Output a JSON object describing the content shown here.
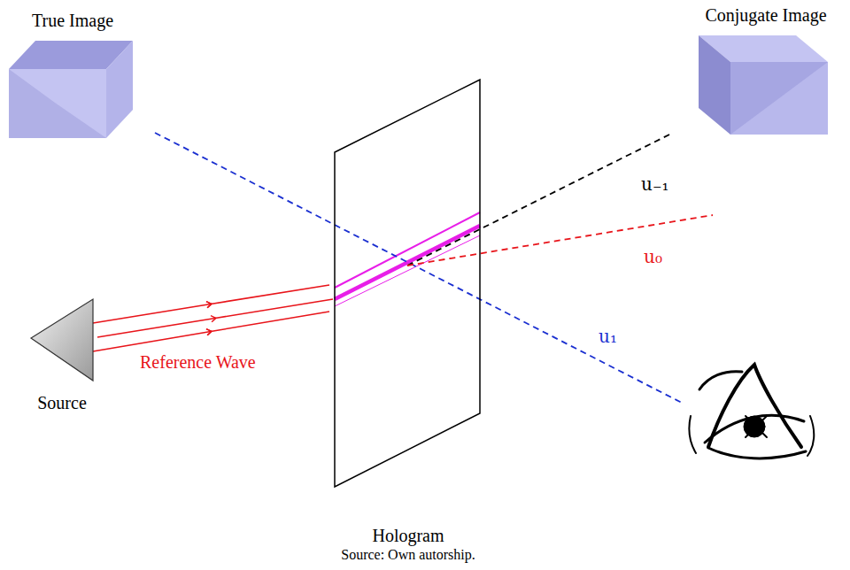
{
  "diagram": {
    "caption": "Source: Own autorship.",
    "nodes": [
      {
        "text": [
          "True Image"
        ]
      },
      {
        "text": [
          "Conjugate Image"
        ]
      },
      {
        "text": [
          "Source"
        ]
      },
      {
        "text": [
          "Hologram"
        ]
      }
    ],
    "edges": [
      {
        "from": 2,
        "to": 3,
        "label": "Reference Wave",
        "arrow": "to"
      }
    ],
    "labels": [
      "u₋₁",
      "u₀",
      "u₁"
    ]
  }
}
